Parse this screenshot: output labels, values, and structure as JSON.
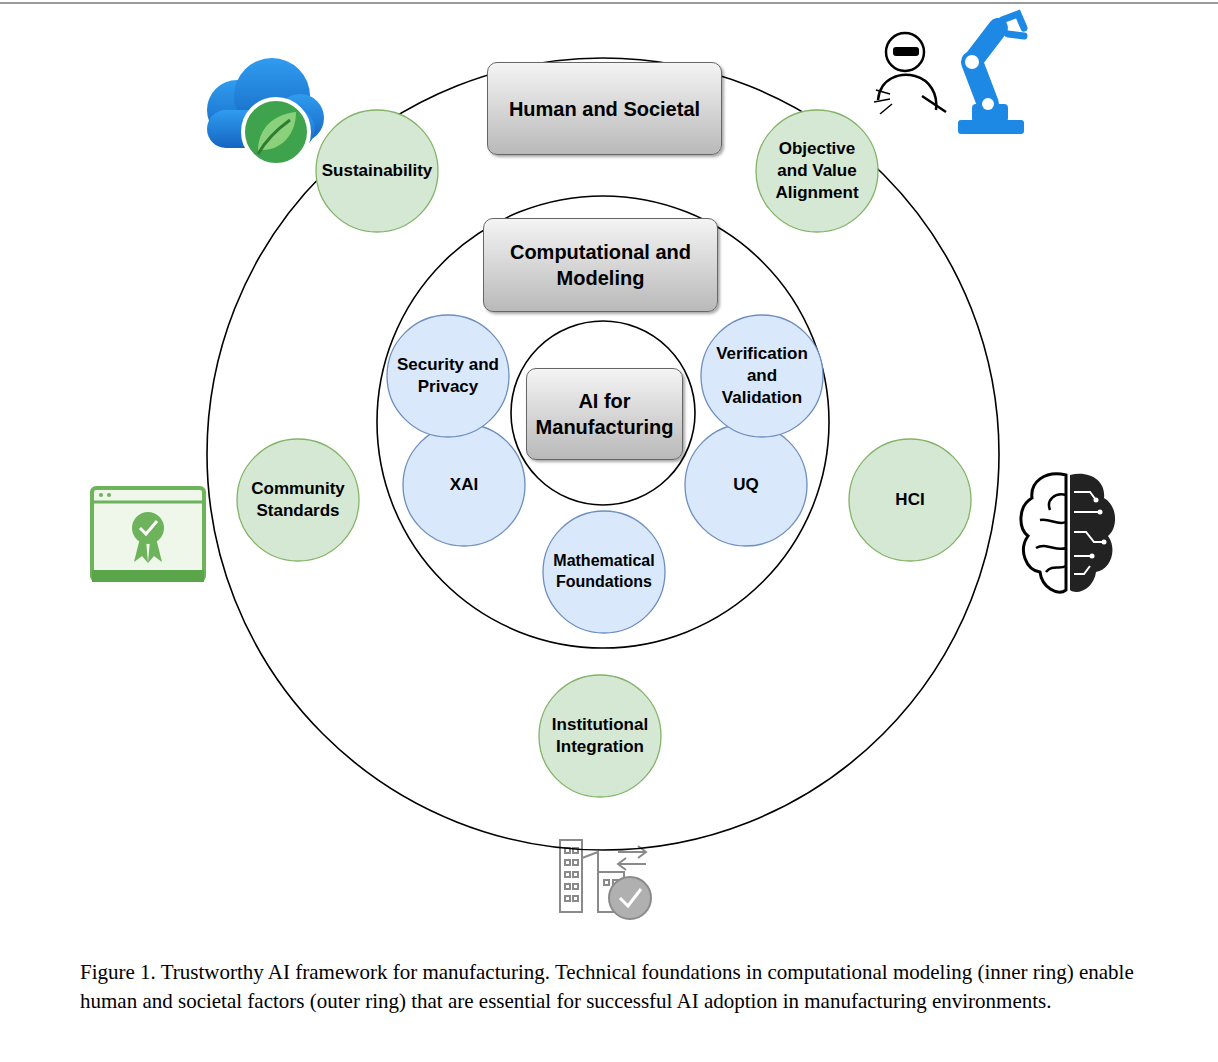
{
  "diagram": {
    "caption": "Figure 1. Trustworthy AI framework for manufacturing. Technical foundations in computational modeling (inner ring) enable human and societal factors (outer ring) that are essential for successful AI adoption in manufacturing environments.",
    "nodes": [
      {
        "text": [
          "Human and Societal"
        ]
      },
      {
        "text": [
          "Sustainability"
        ],
        "in": 0
      },
      {
        "text": [
          "Objective and Value Alignment"
        ],
        "in": 0
      },
      {
        "text": [
          "Computational and Modeling"
        ],
        "in": 0
      },
      {
        "text": [
          "Security and Privacy"
        ],
        "in": 3
      },
      {
        "text": [
          "Verification and Validation"
        ],
        "in": 3
      },
      {
        "text": [
          "AI for Manufacturing"
        ],
        "in": 3
      },
      {
        "text": [
          "XAI"
        ],
        "in": 3
      },
      {
        "text": [
          "UQ"
        ],
        "in": 3
      },
      {
        "text": [
          "Mathematical Foundations"
        ],
        "in": 3
      },
      {
        "text": [
          "Community Standards"
        ],
        "in": 0
      },
      {
        "text": [
          "HCI"
        ],
        "in": 0
      },
      {
        "text": [
          "Institutional Integration"
        ],
        "in": 0
      }
    ]
  }
}
